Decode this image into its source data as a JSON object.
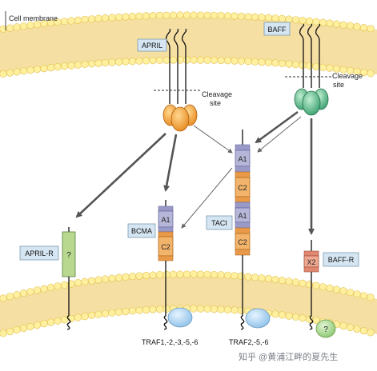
{
  "labels": {
    "cell_membrane": "Cell membrane",
    "april": "APRIL",
    "baff": "BAFF",
    "cleavage_left": "Cleavage",
    "site_left": "site",
    "cleavage_right": "Cleavage",
    "site_right": "site",
    "bcma": "BCMA",
    "taci": "TACI",
    "april_r": "APRIL-R",
    "baff_r": "BAFF-R",
    "unknown_receptor": "?",
    "unknown_traf": "?",
    "traf_bcma": "TRAF1,-2,-3,-5,-6",
    "traf_taci": "TRAF2,-5,-6",
    "watermark": "知乎 @黄浦江畔的夏先生"
  },
  "domains": {
    "bcma_a1": "A1",
    "bcma_c2": "C2",
    "taci_a1_top": "A1",
    "taci_c2_top": "C2",
    "taci_a1_bottom": "A1",
    "taci_c2_bottom": "C2",
    "baffr_x2": "X2"
  },
  "colors": {
    "membrane_head": "#fff0a0",
    "membrane_head_stroke": "#e0c050",
    "membrane_band": "#f6dfa3",
    "april_trimer": "#f0a030",
    "baff_trimer": "#5cb88a",
    "domain_a1": "#b6b6d8",
    "domain_c2": "#f2b46a",
    "domain_x2": "#f0a890",
    "april_r_box": "#b8d890",
    "traf_blob": "#a8d0ee",
    "unknown_blob": "#b8e0a0",
    "label_box": "#d5e6f2",
    "arrow": "#666666"
  }
}
